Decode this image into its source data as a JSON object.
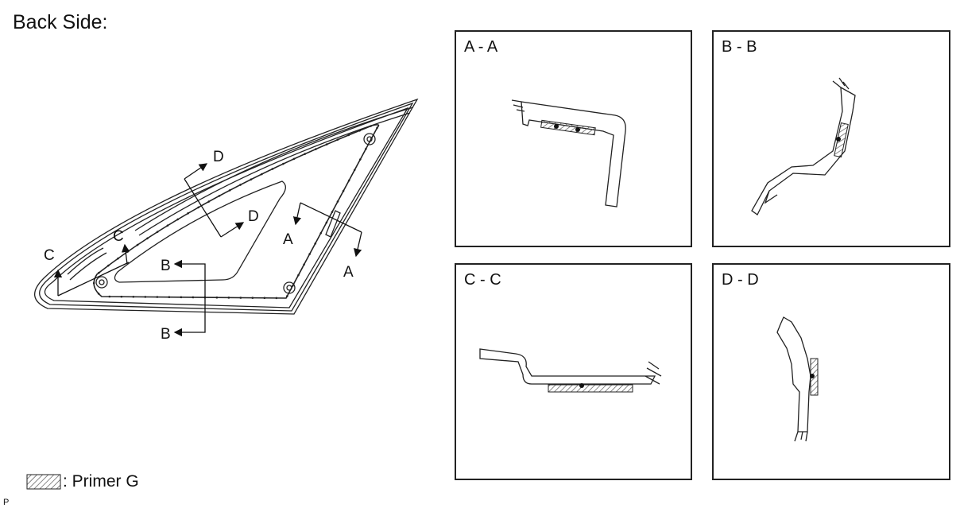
{
  "heading": "Back Side:",
  "legend": {
    "text": ": Primer G"
  },
  "footer_letter": "P",
  "callouts": {
    "a": "A",
    "b": "B",
    "c": "C",
    "d": "D"
  },
  "panels": [
    {
      "id": "a",
      "title": "A - A"
    },
    {
      "id": "b",
      "title": "B - B"
    },
    {
      "id": "c",
      "title": "C - C"
    },
    {
      "id": "d",
      "title": "D - D"
    }
  ],
  "colors": {
    "line": "#222222",
    "hatch": "#555555"
  }
}
